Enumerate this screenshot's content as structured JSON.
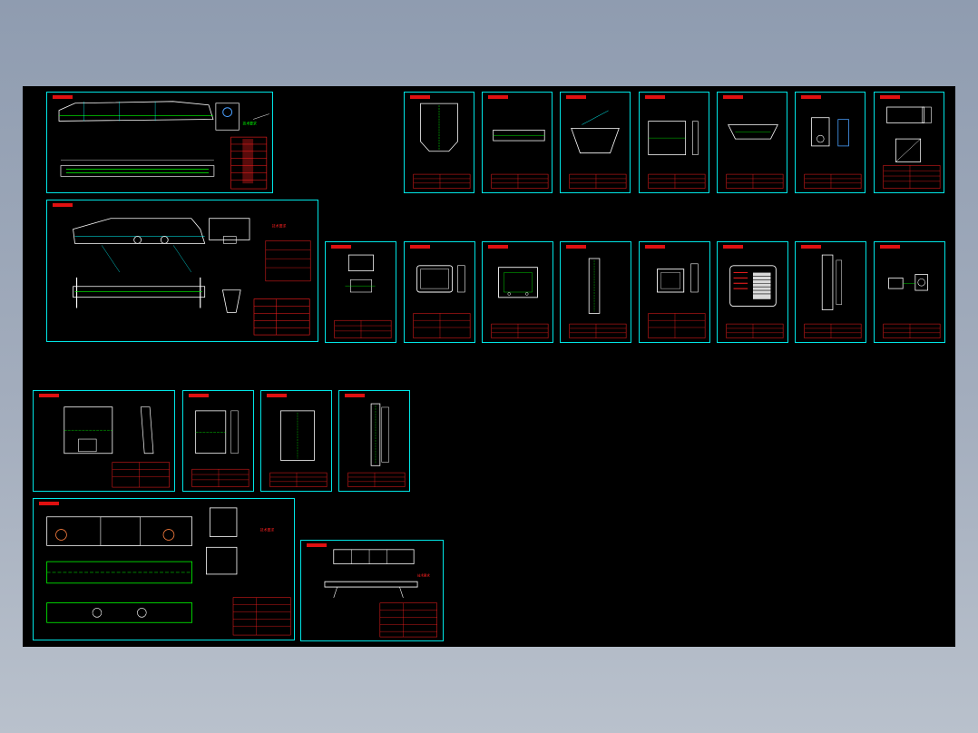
{
  "app": {
    "title": ""
  },
  "colors": {
    "background": "#000000",
    "frame": "#00e5e5",
    "geometry": "#ffffff",
    "dimension": "#00ff00",
    "titleblock": "#ff2020",
    "leader": "#00ffff"
  },
  "viewport": {
    "content": "CAD drawing sheets overview",
    "sheets": [
      {
        "id": "general-assembly-1"
      },
      {
        "id": "general-assembly-2"
      },
      {
        "id": "part-1"
      },
      {
        "id": "part-2"
      },
      {
        "id": "part-3"
      },
      {
        "id": "part-4"
      },
      {
        "id": "part-5"
      },
      {
        "id": "part-6"
      },
      {
        "id": "part-7"
      },
      {
        "id": "part-8"
      },
      {
        "id": "part-9"
      },
      {
        "id": "part-10"
      },
      {
        "id": "part-11"
      },
      {
        "id": "part-12"
      },
      {
        "id": "part-13"
      },
      {
        "id": "part-14"
      },
      {
        "id": "part-15"
      },
      {
        "id": "detail-1"
      },
      {
        "id": "detail-2"
      },
      {
        "id": "detail-3"
      },
      {
        "id": "detail-4"
      },
      {
        "id": "beam-assembly"
      },
      {
        "id": "frame-assembly"
      }
    ]
  }
}
